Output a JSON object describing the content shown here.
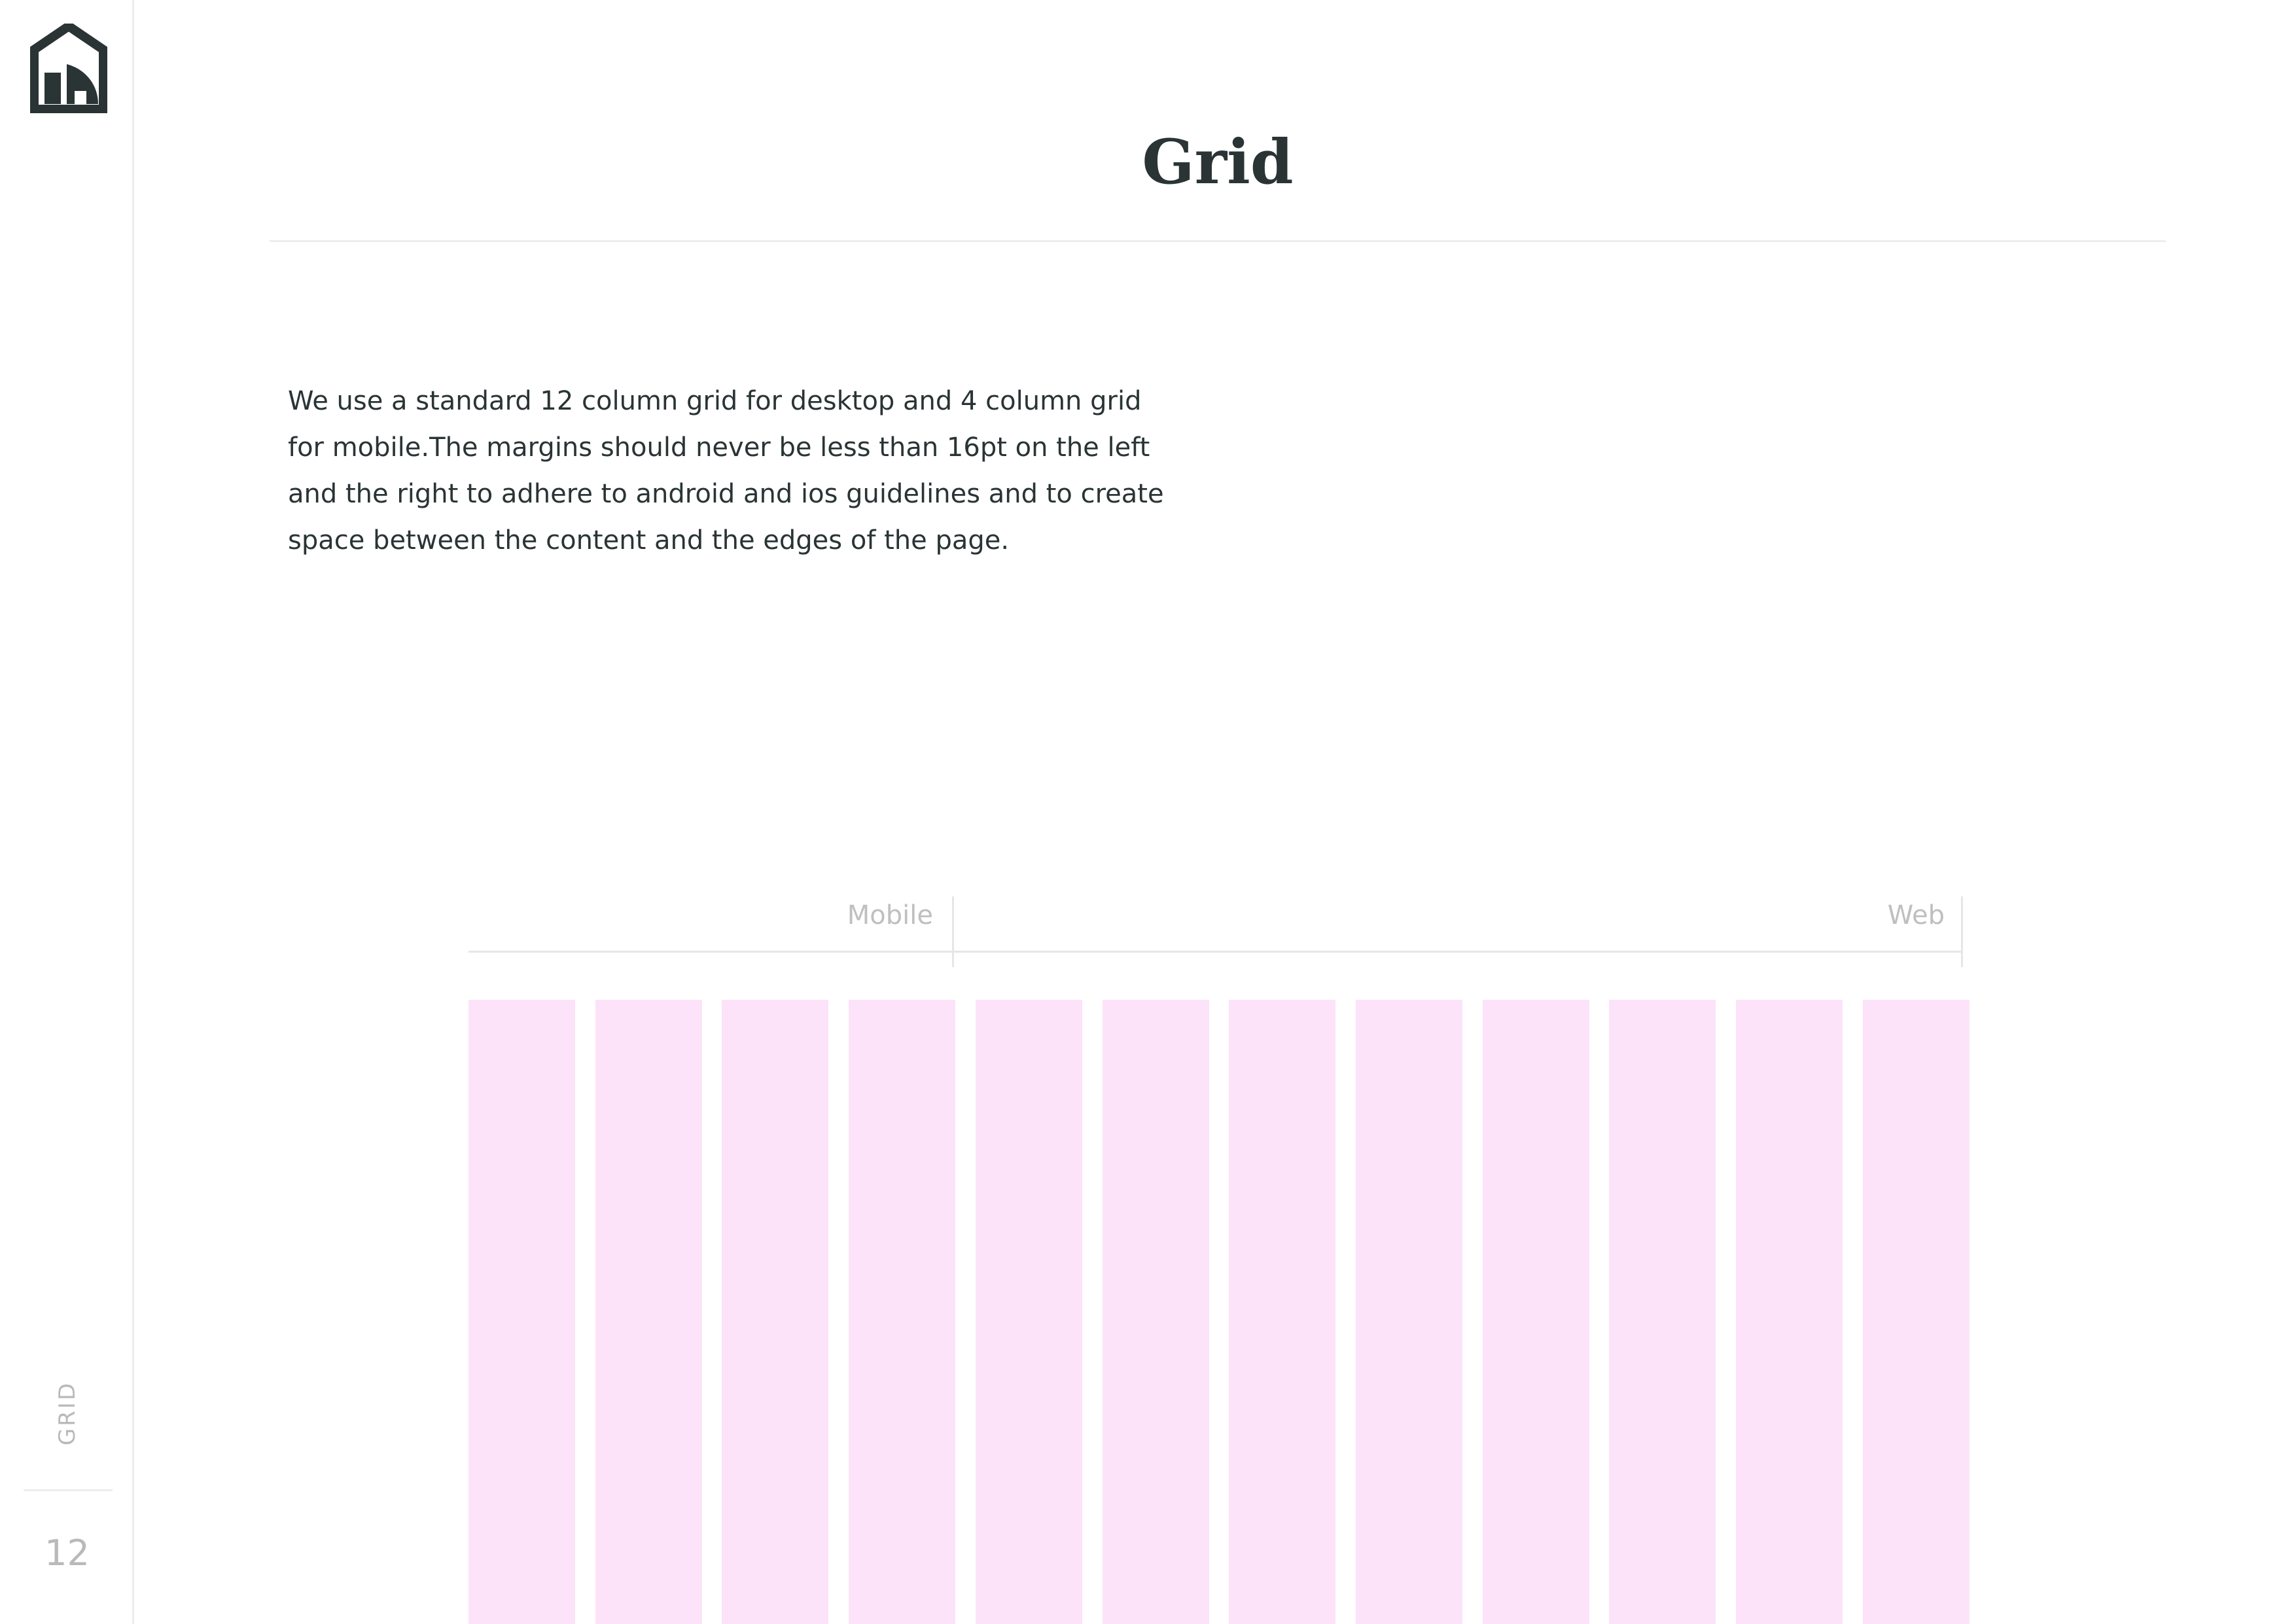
{
  "sidebar": {
    "logo_icon": "house-logo-icon",
    "section_label": "GRID",
    "page_number": "12"
  },
  "header": {
    "title": "Grid"
  },
  "body": {
    "lines": [
      "We use a standard 12 column grid for desktop and 4 column grid",
      "for mobile.The margins should never be less than 16pt on the left",
      "and the right to adhere to  android and ios guidelines and to create",
      "space between the content and the edges of the page."
    ]
  },
  "grid_diagram": {
    "mobile_label": "Mobile",
    "web_label": "Web",
    "mobile_columns": 4,
    "web_columns": 12,
    "column_color": "#fce3f9"
  },
  "colors": {
    "text": "#2a3435",
    "muted": "#b9b9b9",
    "rule": "#eceeee",
    "grid_column": "#fce3f9"
  }
}
